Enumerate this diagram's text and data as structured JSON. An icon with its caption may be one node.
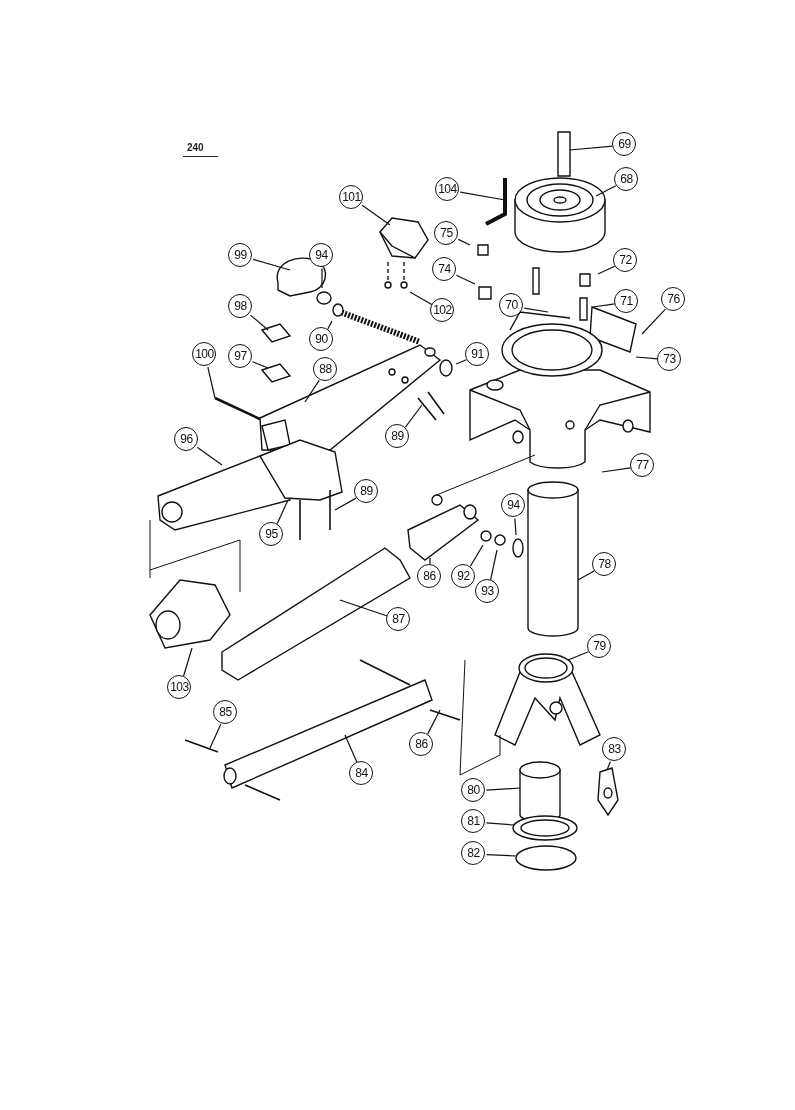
{
  "diagram": {
    "nodes": [
      {
        "text": [
          "69"
        ]
      },
      {
        "text": [
          "68"
        ]
      },
      {
        "text": [
          "104"
        ]
      },
      {
        "text": [
          "101"
        ]
      },
      {
        "text": [
          "75"
        ]
      },
      {
        "text": [
          "99"
        ]
      },
      {
        "text": [
          "94"
        ]
      },
      {
        "text": [
          "72"
        ]
      },
      {
        "text": [
          "74"
        ]
      },
      {
        "text": [
          "71"
        ]
      },
      {
        "text": [
          "76"
        ]
      },
      {
        "text": [
          "73"
        ]
      },
      {
        "text": [
          "102"
        ]
      },
      {
        "text": [
          "70"
        ]
      },
      {
        "text": [
          "98"
        ]
      },
      {
        "text": [
          "90"
        ]
      },
      {
        "text": [
          "91"
        ]
      },
      {
        "text": [
          "100"
        ]
      },
      {
        "text": [
          "97"
        ]
      },
      {
        "text": [
          "88"
        ]
      },
      {
        "text": [
          "89"
        ]
      },
      {
        "text": [
          "96"
        ]
      },
      {
        "text": [
          "77"
        ]
      },
      {
        "text": [
          "89"
        ]
      },
      {
        "text": [
          "94"
        ]
      },
      {
        "text": [
          "95"
        ]
      },
      {
        "text": [
          "78"
        ]
      },
      {
        "text": [
          "86"
        ]
      },
      {
        "text": [
          "92"
        ]
      },
      {
        "text": [
          "93"
        ]
      },
      {
        "text": [
          "87"
        ]
      },
      {
        "text": [
          "79"
        ]
      },
      {
        "text": [
          "103"
        ]
      },
      {
        "text": [
          "85"
        ]
      },
      {
        "text": [
          "86"
        ]
      },
      {
        "text": [
          "83"
        ]
      },
      {
        "text": [
          "84"
        ]
      },
      {
        "text": [
          "80"
        ]
      },
      {
        "text": [
          "81"
        ]
      },
      {
        "text": [
          "82"
        ]
      }
    ],
    "edges": [
      {
        "from": 0,
        "to": null,
        "arrow": "none"
      },
      {
        "from": 1,
        "to": null,
        "arrow": "none"
      },
      {
        "from": 2,
        "to": null,
        "arrow": "none"
      },
      {
        "from": 3,
        "to": null,
        "arrow": "none"
      },
      {
        "from": 4,
        "to": null,
        "arrow": "none"
      },
      {
        "from": 5,
        "to": null,
        "arrow": "none"
      },
      {
        "from": 6,
        "to": null,
        "arrow": "none"
      },
      {
        "from": 7,
        "to": null,
        "arrow": "none"
      },
      {
        "from": 8,
        "to": null,
        "arrow": "none"
      },
      {
        "from": 9,
        "to": null,
        "arrow": "none"
      },
      {
        "from": 10,
        "to": null,
        "arrow": "none"
      },
      {
        "from": 11,
        "to": null,
        "arrow": "none"
      },
      {
        "from": 12,
        "to": null,
        "arrow": "none"
      },
      {
        "from": 13,
        "to": null,
        "arrow": "none"
      },
      {
        "from": 14,
        "to": null,
        "arrow": "none"
      },
      {
        "from": 15,
        "to": null,
        "arrow": "none"
      },
      {
        "from": 16,
        "to": null,
        "arrow": "none"
      },
      {
        "from": 17,
        "to": null,
        "arrow": "none"
      },
      {
        "from": 18,
        "to": null,
        "arrow": "none"
      },
      {
        "from": 19,
        "to": null,
        "arrow": "none"
      },
      {
        "from": 20,
        "to": null,
        "arrow": "none"
      },
      {
        "from": 21,
        "to": null,
        "arrow": "none"
      },
      {
        "from": 22,
        "to": null,
        "arrow": "none"
      },
      {
        "from": 23,
        "to": null,
        "arrow": "none"
      },
      {
        "from": 24,
        "to": null,
        "arrow": "none"
      },
      {
        "from": 25,
        "to": null,
        "arrow": "none"
      },
      {
        "from": 26,
        "to": null,
        "arrow": "none"
      },
      {
        "from": 27,
        "to": null,
        "arrow": "none"
      },
      {
        "from": 28,
        "to": null,
        "arrow": "none"
      },
      {
        "from": 29,
        "to": null,
        "arrow": "none"
      },
      {
        "from": 30,
        "to": null,
        "arrow": "none"
      },
      {
        "from": 31,
        "to": null,
        "arrow": "none"
      },
      {
        "from": 32,
        "to": null,
        "arrow": "none"
      },
      {
        "from": 33,
        "to": null,
        "arrow": "none"
      },
      {
        "from": 34,
        "to": null,
        "arrow": "none"
      },
      {
        "from": 35,
        "to": null,
        "arrow": "none"
      },
      {
        "from": 36,
        "to": null,
        "arrow": "none"
      },
      {
        "from": 37,
        "to": null,
        "arrow": "none"
      },
      {
        "from": 38,
        "to": null,
        "arrow": "none"
      },
      {
        "from": 39,
        "to": null,
        "arrow": "none"
      }
    ],
    "labels": [
      "240"
    ]
  }
}
